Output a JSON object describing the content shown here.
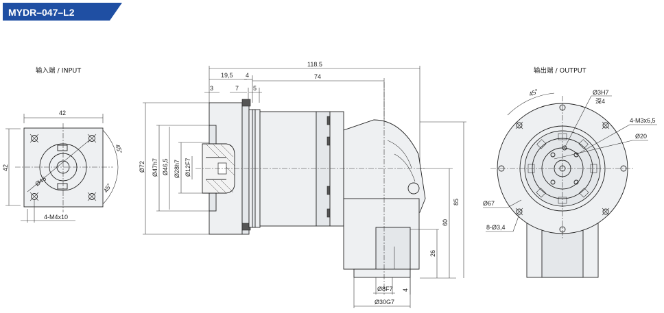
{
  "header": {
    "title": "MYDR–047–L2",
    "title_bg": "#1f4fa3"
  },
  "views": {
    "input": {
      "caption": "输入端 / INPUT",
      "dim_width": "42",
      "dim_height": "42",
      "dim_angle_top": "45°",
      "dim_angle_bottom": "45°",
      "dim_pcd": "Ø46",
      "dim_holes": "4-M4x10"
    },
    "side": {
      "dim_total": "118.5",
      "dim_19_5": "19,5",
      "dim_4": "4",
      "dim_74": "74",
      "dim_3": "3",
      "dim_7": "7",
      "dim_5": "5",
      "dim_d72": "Ø72",
      "dim_d47": "Ø47h7",
      "dim_d46": "Ø46,5",
      "dim_d28": "Ø28h7",
      "dim_d12": "Ø12F7",
      "dim_85": "85",
      "dim_60": "60",
      "dim_26": "26",
      "dim_4b": "4",
      "dim_d8": "Ø8F7",
      "dim_d30": "Ø30G7"
    },
    "output": {
      "caption": "输出端 / OUTPUT",
      "dim_angle": "45°",
      "dim_d3": "Ø3H7",
      "dim_depth": "深4",
      "dim_m3": "4-M3x6,5",
      "dim_d20": "Ø20",
      "dim_d67": "Ø67",
      "dim_holes": "8-Ø3,4"
    }
  }
}
